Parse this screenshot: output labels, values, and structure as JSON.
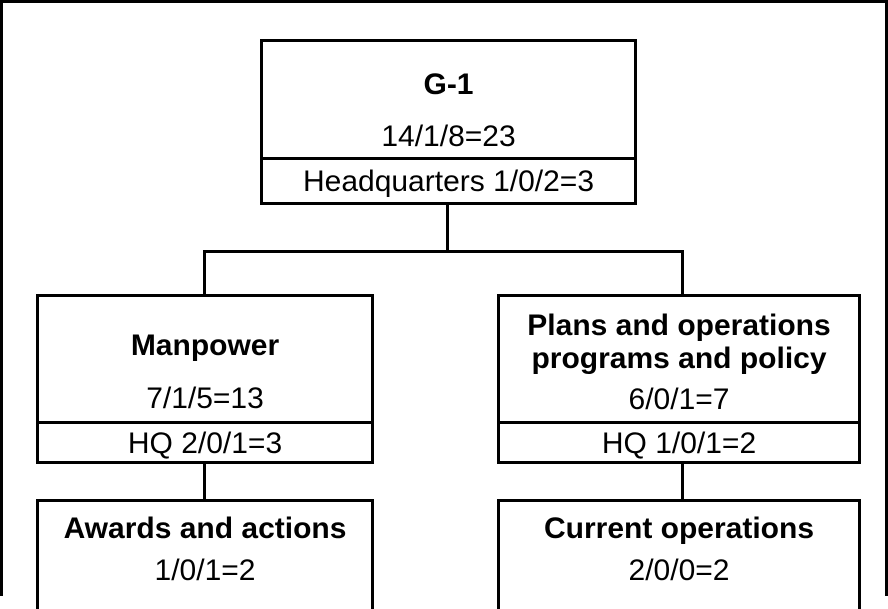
{
  "root": {
    "title": "G-1",
    "strength": "14/1/8=23",
    "hq": "Headquarters 1/0/2=3"
  },
  "left": {
    "title": "Manpower",
    "strength": "7/1/5=13",
    "hq": "HQ 2/0/1=3",
    "child": {
      "title": "Awards and actions",
      "strength": "1/0/1=2"
    }
  },
  "right": {
    "title_line1": "Plans and operations",
    "title_line2": "programs and policy",
    "strength": "6/0/1=7",
    "hq": "HQ 1/0/1=2",
    "child": {
      "title": "Current operations",
      "strength": "2/0/0=2"
    }
  }
}
